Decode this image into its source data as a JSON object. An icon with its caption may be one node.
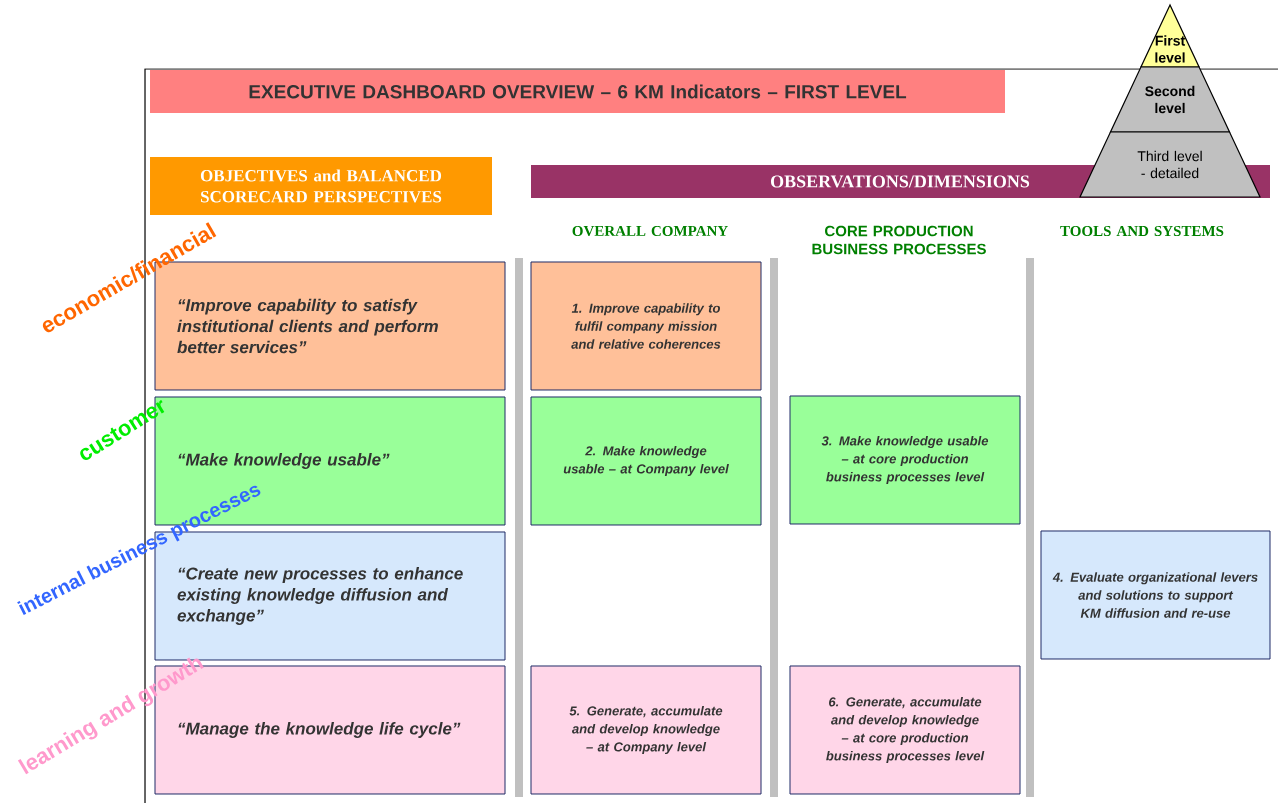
{
  "diagram": {
    "nodes": [
      {
        "text": [
          "EXECUTIVE DASHBOARD OVERVIEW – 6 KM Indicators – FIRST LEVEL"
        ]
      },
      {
        "text": [
          "OBJECTIVES and BALANCED SCORECARD PERSPECTIVES"
        ]
      },
      {
        "text": [
          "OBSERVATIONS/DIMENSIONS"
        ]
      },
      {
        "text": [
          "First level"
        ]
      },
      {
        "text": [
          "Second level"
        ]
      },
      {
        "text": [
          "Third level - detailed"
        ]
      },
      {
        "text": [
          "“Improve capability to satisfy institutional clients and perform better services”"
        ]
      },
      {
        "text": [
          "1. Improve capability to fulfil company mission and relative coherences"
        ]
      },
      {
        "text": [
          "“Make knowledge usable”"
        ]
      },
      {
        "text": [
          "2. Make knowledge usable – at Company level"
        ]
      },
      {
        "text": [
          "3. Make knowledge usable – at core production business processes level"
        ]
      },
      {
        "text": [
          "“Create new processes to enhance existing knowledge diffusion and exchange”"
        ]
      },
      {
        "text": [
          "4. Evaluate organizational levers and solutions to support KM diffusion and re-use"
        ]
      },
      {
        "text": [
          "“Manage the knowledge life cycle”"
        ]
      },
      {
        "text": [
          "5. Generate, accumulate and develop knowledge – at Company level"
        ]
      },
      {
        "text": [
          "6. Generate, accumulate and develop knowledge – at core production business processes level"
        ]
      }
    ],
    "labels": [
      "OVERALL COMPANY",
      "CORE PRODUCTION BUSINESS PROCESSES",
      "TOOLS AND SYSTEMS",
      "economic/financial",
      "customer",
      "internal business processes",
      "learning and growth"
    ]
  }
}
